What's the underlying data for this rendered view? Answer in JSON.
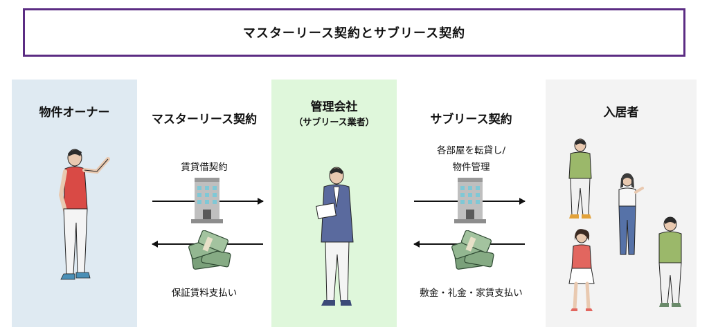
{
  "title": "マスターリース契約とサブリース契約",
  "owner": {
    "label": "物件オーナー"
  },
  "manager": {
    "label": "管理会社",
    "sublabel": "（サブリース業者）"
  },
  "tenant": {
    "label": "入居者"
  },
  "master_lease": {
    "label": "マスターリース契約",
    "top_text": "賃貸借契約",
    "bottom_text": "保証賃料支払い"
  },
  "sublease": {
    "label": "サブリース契約",
    "top_text_line1": "各部屋を転貸し/",
    "top_text_line2": "物件管理",
    "bottom_text": "敷金・礼金・家賃支払い"
  },
  "colors": {
    "title_border": "#5b2c83",
    "owner_bg": "#dfeaf2",
    "manager_bg": "#dff7db",
    "tenant_bg": "#f3f3f3"
  },
  "icons": [
    "building-icon",
    "money-stack-icon",
    "person-owner-icon",
    "person-manager-icon",
    "person-tenant-icon"
  ]
}
